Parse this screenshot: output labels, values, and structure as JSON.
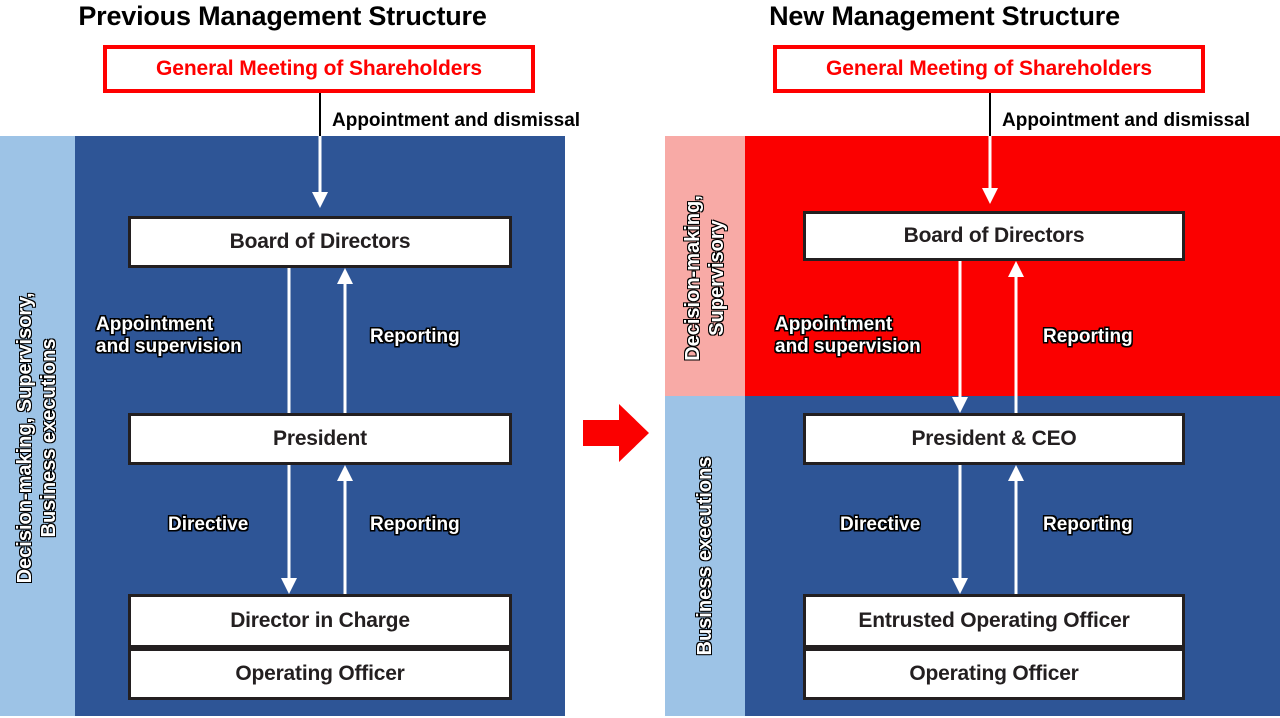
{
  "colors": {
    "accent_red": "#ff0000",
    "field_red": "#fb0000",
    "field_blue": "#2e5596",
    "sidebar_blue": "#9dc3e6",
    "sidebar_pink": "#f8aaa6",
    "box_border": "#231f20",
    "box_fill": "#ffffff",
    "arrow_white": "#ffffff",
    "text_dark": "#000000"
  },
  "previous": {
    "title": "Previous Management Structure",
    "shareholders_box": "General Meeting of Shareholders",
    "appointment_dismissal_label": "Appointment and dismissal",
    "sidebar": {
      "label": "Decision-making, Supervisory,\nBusiness executions"
    },
    "boxes": {
      "board": "Board of Directors",
      "president": "President",
      "director_in_charge": "Director in Charge",
      "operating_officer": "Operating Officer"
    },
    "flows": {
      "appointment_supervision": "Appointment\nand supervision",
      "reporting_upper": "Reporting",
      "directive": "Directive",
      "reporting_lower": "Reporting"
    }
  },
  "new": {
    "title": "New Management Structure",
    "shareholders_box": "General Meeting of Shareholders",
    "appointment_dismissal_label": "Appointment and dismissal",
    "sidebar_top": {
      "label": "Decision-making,\nSupervisory"
    },
    "sidebar_bottom": {
      "label": "Business executions"
    },
    "boxes": {
      "board": "Board of Directors",
      "president": "President & CEO",
      "entrusted_operating_officer": "Entrusted Operating Officer",
      "operating_officer": "Operating Officer"
    },
    "flows": {
      "appointment_supervision": "Appointment\nand supervision",
      "reporting_upper": "Reporting",
      "directive": "Directive",
      "reporting_lower": "Reporting"
    }
  },
  "transition": {
    "icon": "right-arrow-icon"
  }
}
